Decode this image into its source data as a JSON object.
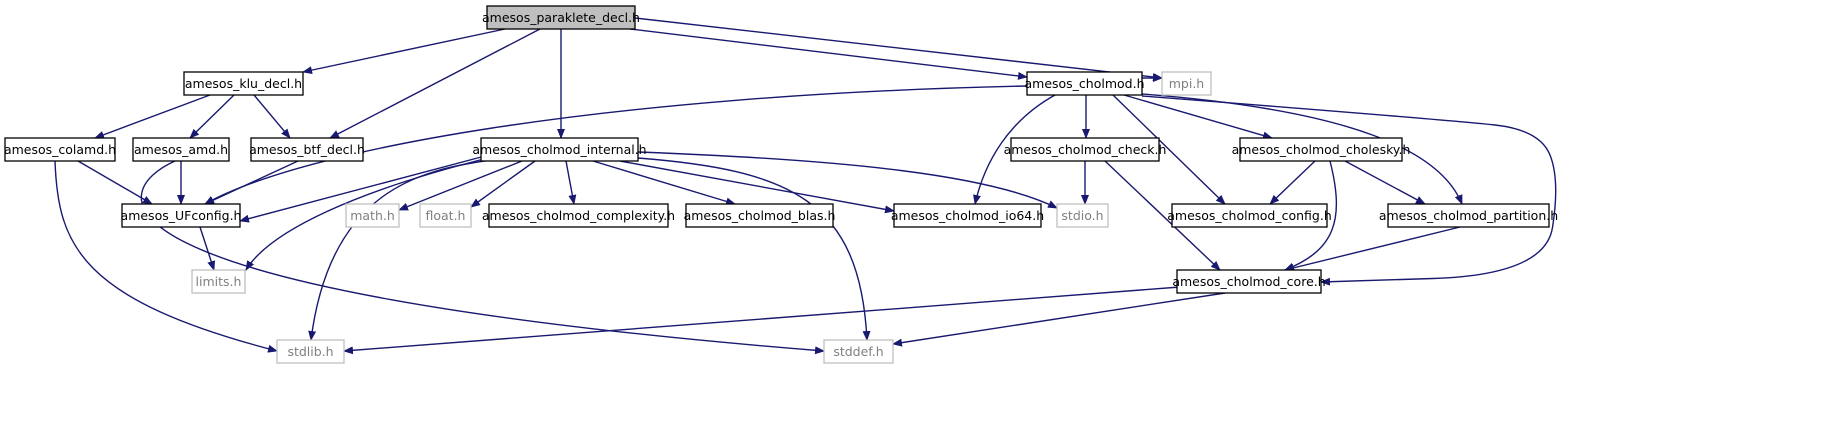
{
  "colors": {
    "edge": "#191970",
    "node_border": "#000000",
    "node_border_external": "#bfbfbf",
    "root_fill": "#bfbfbf",
    "text_normal": "#000000",
    "text_external": "#808080"
  },
  "nodes": [
    {
      "id": "n0",
      "label": "amesos_paraklete_decl.h",
      "kind": "root"
    },
    {
      "id": "n1",
      "label": "amesos_klu_decl.h",
      "kind": "normal"
    },
    {
      "id": "n2",
      "label": "amesos_btf_decl.h",
      "kind": "normal"
    },
    {
      "id": "n3",
      "label": "amesos_cholmod_internal.h",
      "kind": "normal"
    },
    {
      "id": "n4",
      "label": "amesos_cholmod.h",
      "kind": "normal"
    },
    {
      "id": "n5",
      "label": "mpi.h",
      "kind": "external"
    },
    {
      "id": "n6",
      "label": "amesos_colamd.h",
      "kind": "normal"
    },
    {
      "id": "n7",
      "label": "amesos_amd.h",
      "kind": "normal"
    },
    {
      "id": "n8",
      "label": "amesos_UFconfig.h",
      "kind": "normal"
    },
    {
      "id": "n9",
      "label": "limits.h",
      "kind": "external"
    },
    {
      "id": "n10",
      "label": "stdlib.h",
      "kind": "external"
    },
    {
      "id": "n11",
      "label": "stddef.h",
      "kind": "external"
    },
    {
      "id": "n12",
      "label": "math.h",
      "kind": "external"
    },
    {
      "id": "n13",
      "label": "float.h",
      "kind": "external"
    },
    {
      "id": "n14",
      "label": "amesos_cholmod_complexity.h",
      "kind": "normal"
    },
    {
      "id": "n15",
      "label": "amesos_cholmod_blas.h",
      "kind": "normal"
    },
    {
      "id": "n16",
      "label": "amesos_cholmod_io64.h",
      "kind": "normal"
    },
    {
      "id": "n17",
      "label": "stdio.h",
      "kind": "external"
    },
    {
      "id": "n18",
      "label": "amesos_cholmod_check.h",
      "kind": "normal"
    },
    {
      "id": "n19",
      "label": "amesos_cholmod_cholesky.h",
      "kind": "normal"
    },
    {
      "id": "n20",
      "label": "amesos_cholmod_config.h",
      "kind": "normal"
    },
    {
      "id": "n21",
      "label": "amesos_cholmod_partition.h",
      "kind": "normal"
    },
    {
      "id": "n22",
      "label": "amesos_cholmod_core.h",
      "kind": "normal"
    }
  ],
  "edges": [
    {
      "from": "n0",
      "to": "n1"
    },
    {
      "from": "n0",
      "to": "n2"
    },
    {
      "from": "n0",
      "to": "n3"
    },
    {
      "from": "n0",
      "to": "n4"
    },
    {
      "from": "n0",
      "to": "n5"
    },
    {
      "from": "n1",
      "to": "n6"
    },
    {
      "from": "n1",
      "to": "n7"
    },
    {
      "from": "n1",
      "to": "n2"
    },
    {
      "from": "n6",
      "to": "n8"
    },
    {
      "from": "n6",
      "to": "n10"
    },
    {
      "from": "n7",
      "to": "n8"
    },
    {
      "from": "n7",
      "to": "n11"
    },
    {
      "from": "n2",
      "to": "n8"
    },
    {
      "from": "n8",
      "to": "n9"
    },
    {
      "from": "n3",
      "to": "n8"
    },
    {
      "from": "n3",
      "to": "n9"
    },
    {
      "from": "n3",
      "to": "n10"
    },
    {
      "from": "n3",
      "to": "n12"
    },
    {
      "from": "n3",
      "to": "n13"
    },
    {
      "from": "n3",
      "to": "n14"
    },
    {
      "from": "n3",
      "to": "n15"
    },
    {
      "from": "n3",
      "to": "n16"
    },
    {
      "from": "n3",
      "to": "n17"
    },
    {
      "from": "n3",
      "to": "n11"
    },
    {
      "from": "n4",
      "to": "n8"
    },
    {
      "from": "n4",
      "to": "n5"
    },
    {
      "from": "n4",
      "to": "n16"
    },
    {
      "from": "n4",
      "to": "n18"
    },
    {
      "from": "n4",
      "to": "n19"
    },
    {
      "from": "n4",
      "to": "n20"
    },
    {
      "from": "n4",
      "to": "n21"
    },
    {
      "from": "n4",
      "to": "n22"
    },
    {
      "from": "n18",
      "to": "n17"
    },
    {
      "from": "n18",
      "to": "n22"
    },
    {
      "from": "n19",
      "to": "n20"
    },
    {
      "from": "n19",
      "to": "n21"
    },
    {
      "from": "n19",
      "to": "n22"
    },
    {
      "from": "n21",
      "to": "n22"
    },
    {
      "from": "n22",
      "to": "n10"
    },
    {
      "from": "n22",
      "to": "n11"
    }
  ]
}
